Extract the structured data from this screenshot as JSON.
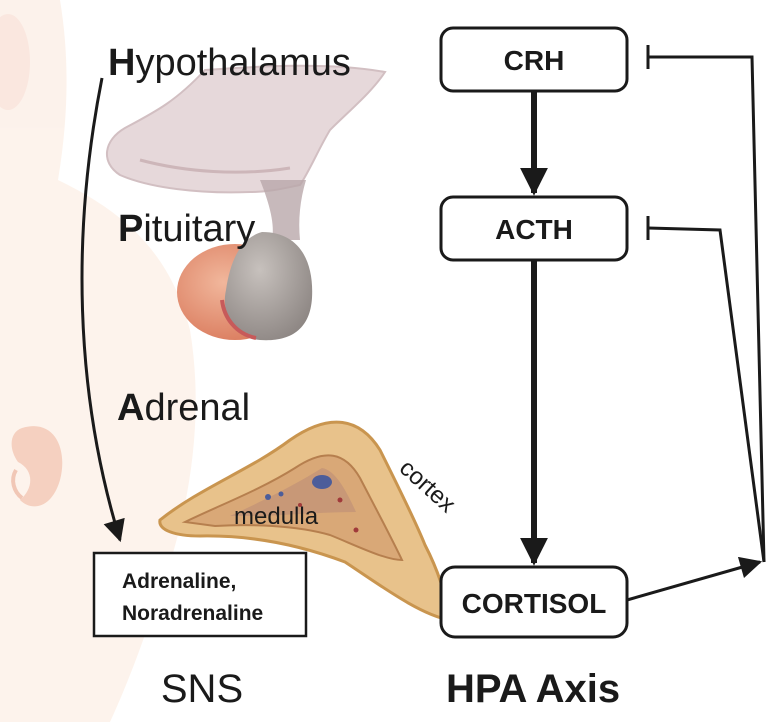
{
  "regions": {
    "hypothalamus": {
      "initial": "H",
      "rest": "ypothalamus"
    },
    "pituitary": {
      "initial": "P",
      "rest": "ituitary"
    },
    "adrenal": {
      "initial": "A",
      "rest": "drenal"
    }
  },
  "adrenal_labels": {
    "medulla": "medulla",
    "cortex": "cortex"
  },
  "hpa_boxes": {
    "crh": "CRH",
    "acth": "ACTH",
    "cortisol": "CORTISOL"
  },
  "sns_box": {
    "line1": "Adrenaline,",
    "line2": "Noradrenaline"
  },
  "footer": {
    "sns": "SNS",
    "hpa": "HPA Axis"
  },
  "colors": {
    "arrow": "#1a1a1a",
    "box_border": "#1a1a1a",
    "hypothalamus_tissue": "#e3d3d6",
    "pituitary_anterior": "#e5977a",
    "pituitary_posterior": "#a6a09d",
    "adrenal_cortex": "#e2bd86",
    "adrenal_medulla": "#c79a78",
    "body_silhouette": "#fbe9dc"
  }
}
